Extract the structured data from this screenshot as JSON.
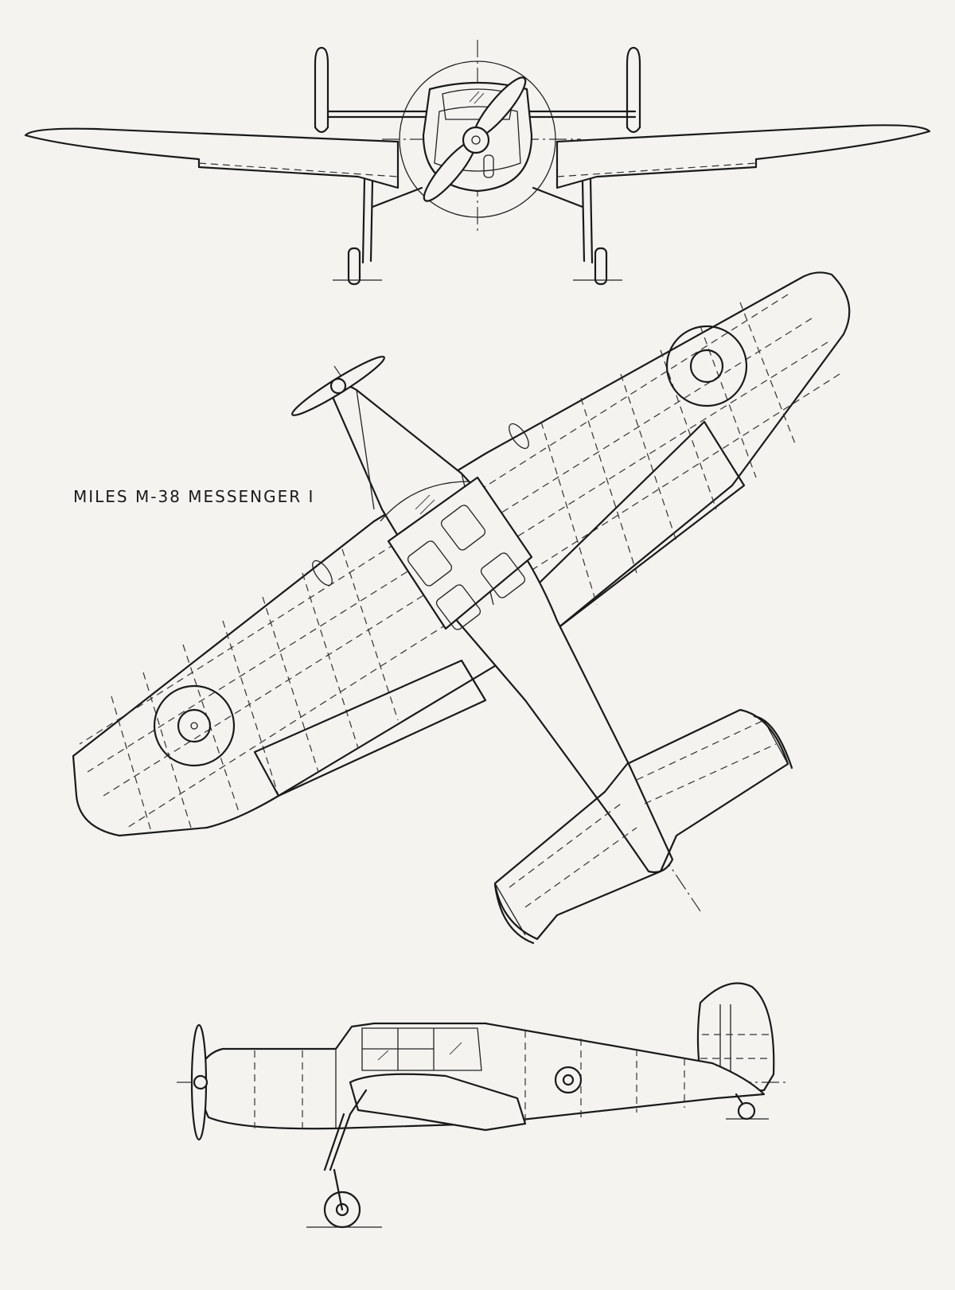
{
  "title": "MILES M-38 MESSENGER I",
  "colors": {
    "paper": "#f4f3f0",
    "ink": "#1a1a1a"
  },
  "views": [
    "front-view",
    "plan-view",
    "side-view"
  ]
}
